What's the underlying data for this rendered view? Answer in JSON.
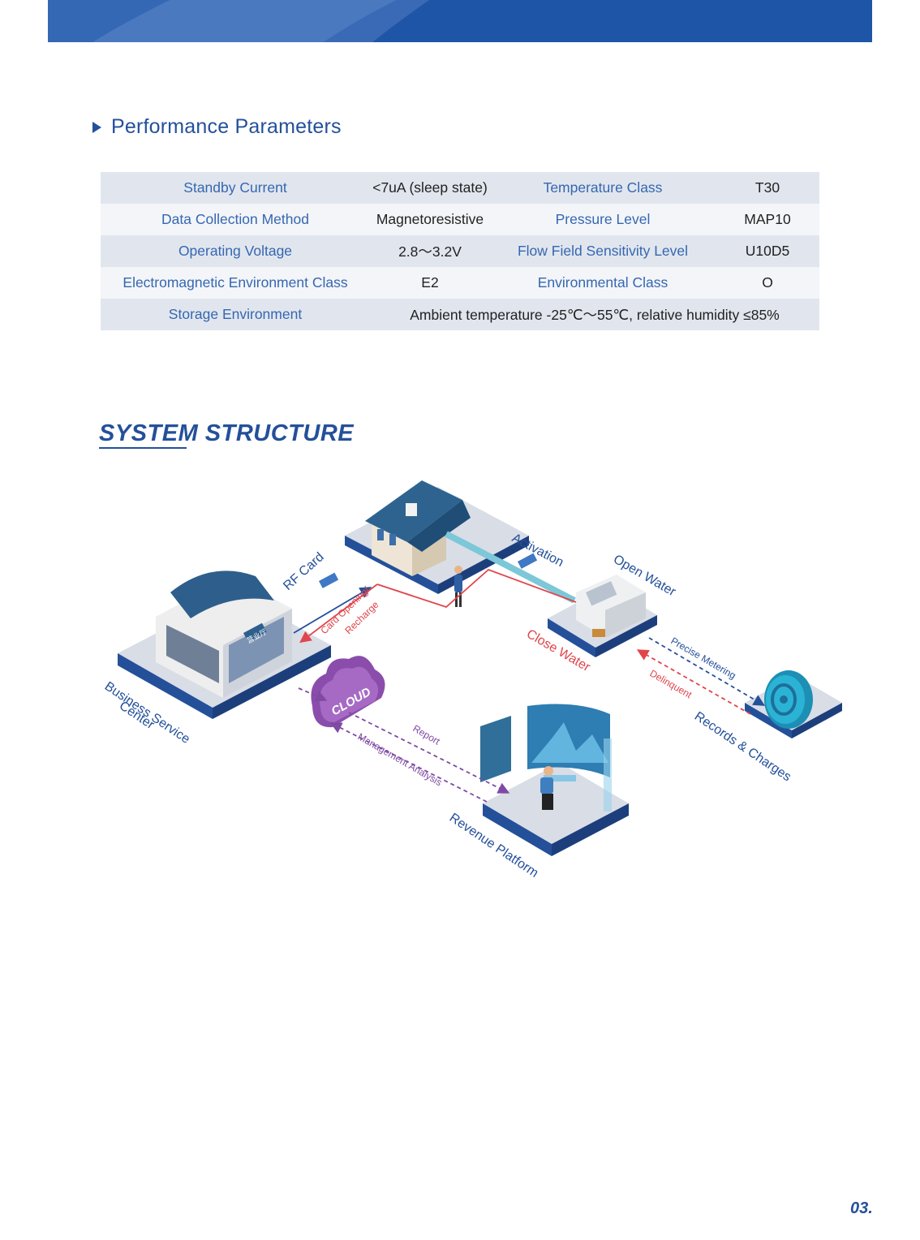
{
  "section": {
    "title": "Performance Parameters"
  },
  "params": {
    "rows": [
      [
        "Standby Current",
        "<7uA (sleep state)",
        "Temperature Class",
        "T30"
      ],
      [
        "Data Collection Method",
        "Magnetoresistive",
        "Pressure Level",
        "MAP10"
      ],
      [
        "Operating Voltage",
        "2.8～3.2V",
        "Flow Field Sensitivity Level",
        "U10D5"
      ],
      [
        "Electromagnetic Environment Class",
        "E2",
        "Environmental Class",
        "O"
      ]
    ],
    "storage": {
      "label": "Storage Environment",
      "value": "Ambient temperature -25℃～55℃, relative humidity ≤85%"
    }
  },
  "system": {
    "title": "SYSTEM STRUCTURE"
  },
  "diagram": {
    "business_center_1": "Business Service",
    "business_center_2": "Center",
    "rf_card": "RF Card",
    "card_opening_1": "Card Opening/",
    "card_opening_2": "Recharge",
    "activation": "Activation",
    "open_water": "Open Water",
    "close_water": "Close Water",
    "precise_metering": "Precise Metering",
    "delinquent": "Delinquent",
    "records_charges": "Records & Charges",
    "cloud": "CLOUD",
    "report": "Report",
    "management_analysis": "Management Analysis",
    "revenue_platform": "Revenue Platform",
    "shop_sign": "营业厅"
  },
  "colors": {
    "brand_blue": "#24509a",
    "label_blue": "#3567b1",
    "red": "#e0454b",
    "purple": "#7e4aa3"
  },
  "page": {
    "number": "03."
  }
}
